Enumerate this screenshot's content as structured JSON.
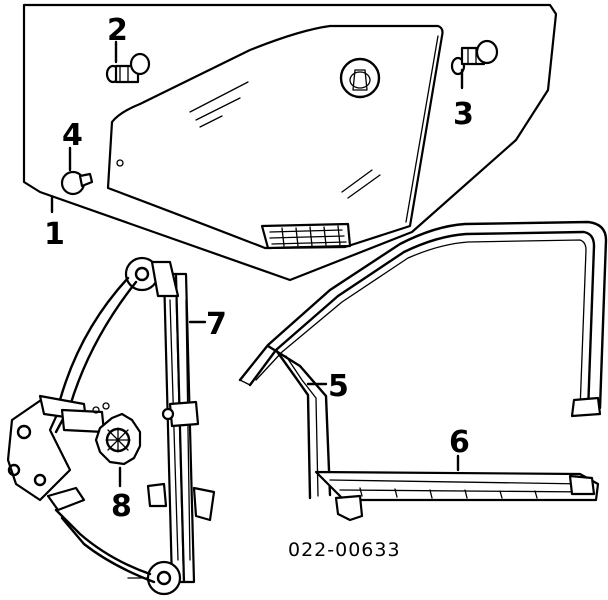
{
  "callouts": {
    "c1": "1",
    "c2": "2",
    "c3": "3",
    "c4": "4",
    "c5": "5",
    "c6": "6",
    "c7": "7",
    "c8": "8"
  },
  "drawing_code": "022-00633"
}
